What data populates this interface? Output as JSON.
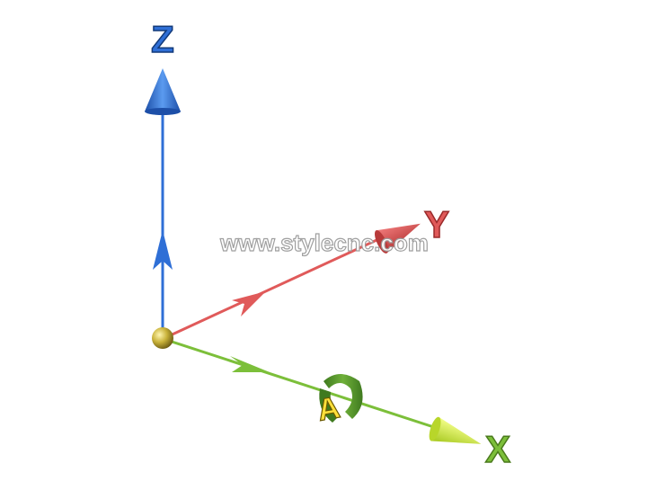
{
  "axes": {
    "z": {
      "label": "Z",
      "color": "#2f6fd6"
    },
    "y": {
      "label": "Y",
      "color": "#e05a5a"
    },
    "x": {
      "label": "X",
      "color": "#7cbf3a"
    }
  },
  "rotation": {
    "label": "A",
    "color": "#4f8f2a",
    "label_color": "#ffe03a"
  },
  "origin": {
    "color": "#c9b23a"
  },
  "watermark": {
    "text": "www.stylecnc.com"
  }
}
